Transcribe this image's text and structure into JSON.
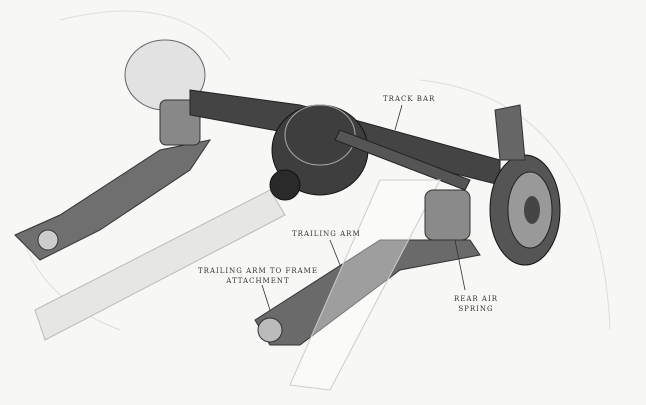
{
  "labels": {
    "track_bar": "TRACK BAR",
    "trailing_arm": "TRAILING ARM",
    "trailing_arm_frame_1": "TRAILING ARM TO FRAME",
    "trailing_arm_frame_2": "ATTACHMENT",
    "rear_air_spring_1": "REAR AIR",
    "rear_air_spring_2": "SPRING"
  }
}
